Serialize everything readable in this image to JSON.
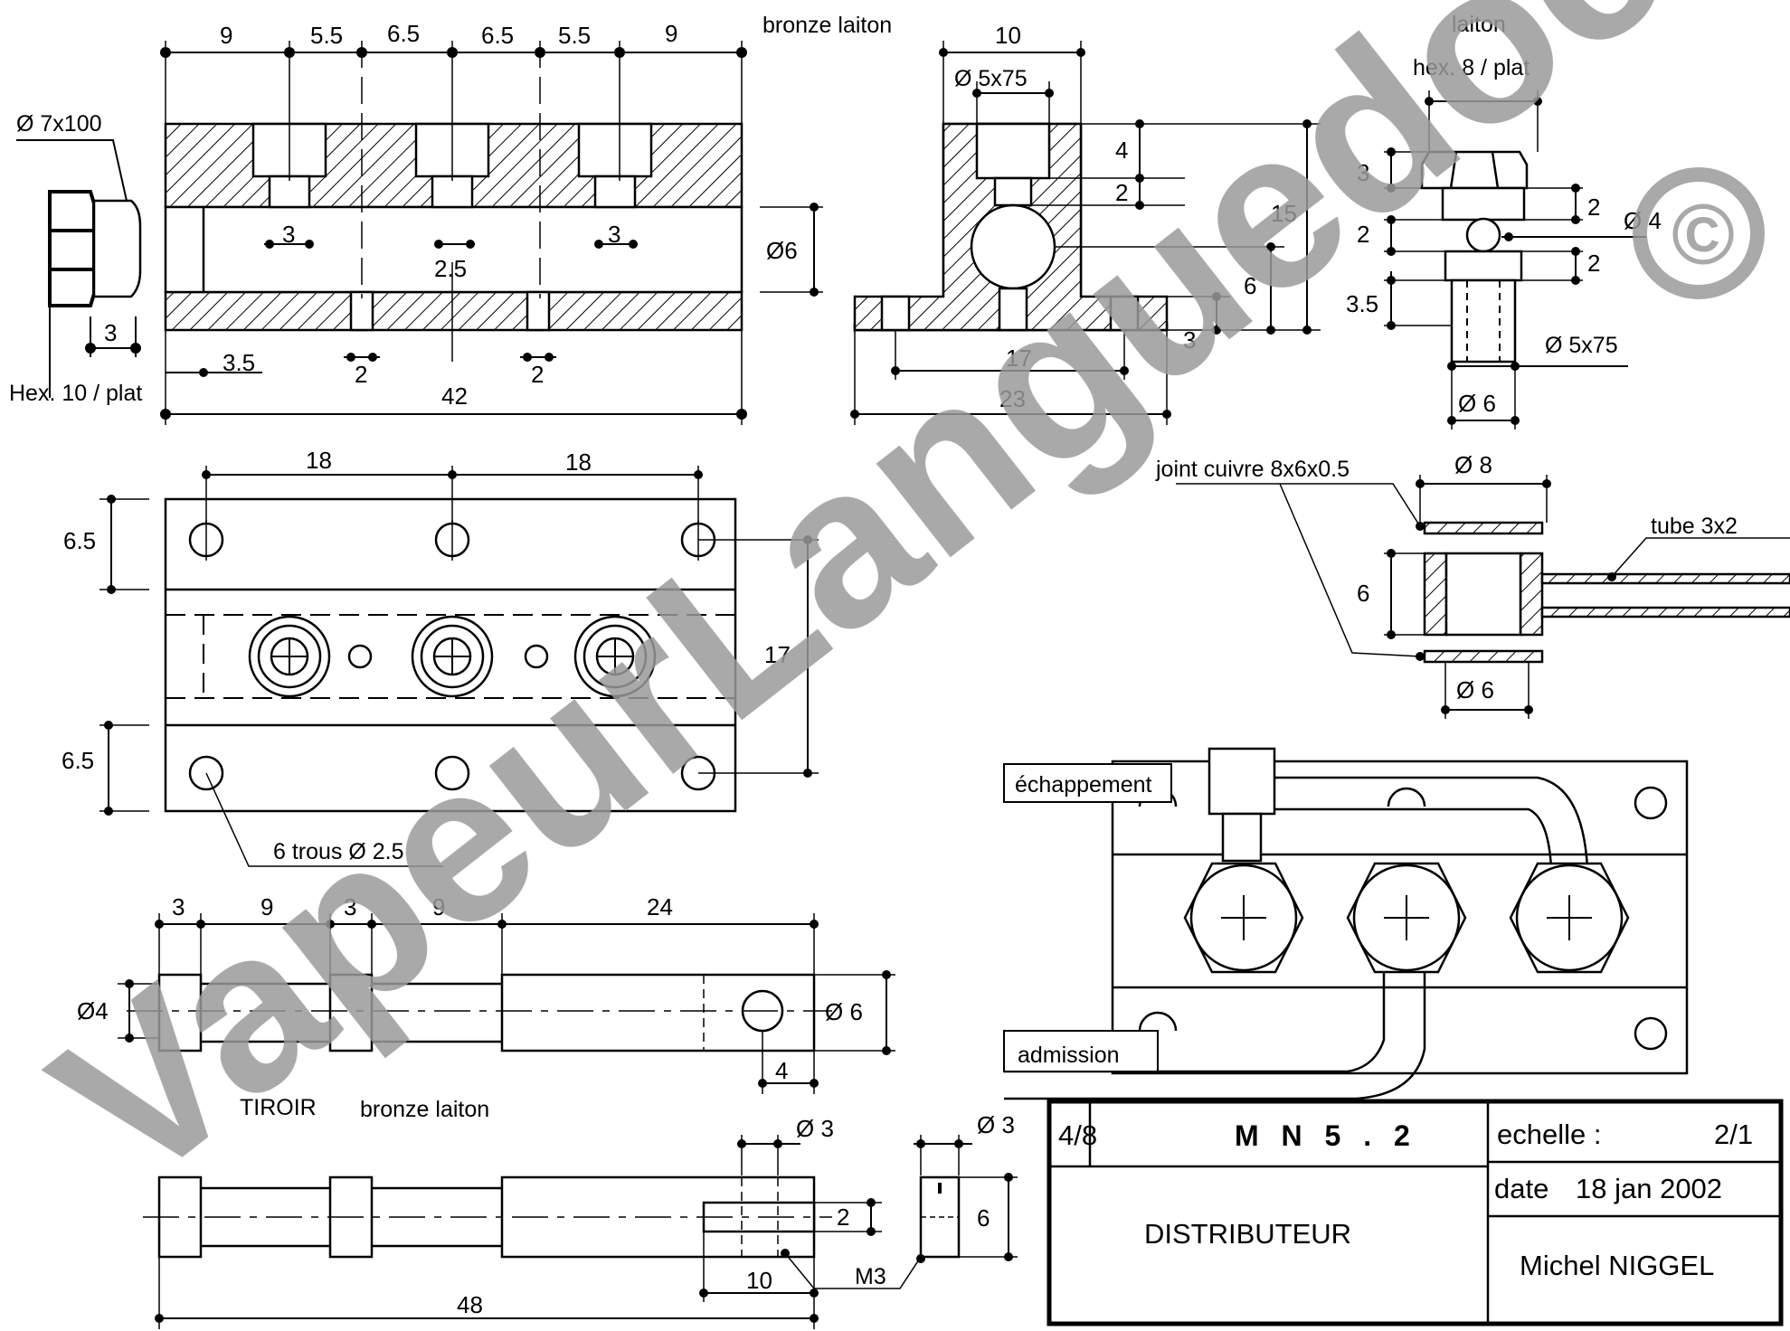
{
  "materials": {
    "body": "bronze laiton",
    "fitting": "laiton",
    "slide": "bronze laiton"
  },
  "part_names": {
    "slide": "TIROIR"
  },
  "labels": {
    "hex10": "Hex. 10 / plat",
    "hex8": "hex. 8 / plat",
    "dia7x100": "Ø 7x100",
    "dia5x75": "Ø 5x75",
    "dia5x75_b": "Ø 5x75",
    "six_holes": "6 trous Ø 2.5",
    "joint": "joint cuivre 8x6x0.5",
    "tube": "tube 3x2",
    "exhaust": "échappement",
    "intake": "admission",
    "m3": "M3"
  },
  "dims": {
    "top_9a": "9",
    "top_55a": "5.5",
    "top_65a": "6.5",
    "top_65b": "6.5",
    "top_55b": "5.5",
    "top_9b": "9",
    "hole3a": "3",
    "hole25": "2.5",
    "hole3b": "3",
    "dia6": "Ø6",
    "hex3": "3",
    "off35": "3.5",
    "port2a": "2",
    "port2b": "2",
    "len42": "42",
    "side10": "10",
    "side4": "4",
    "side2": "2",
    "side15": "15",
    "side6": "6",
    "side3": "3",
    "side17": "17",
    "side23": "23",
    "fit3": "3",
    "fit2": "2",
    "fit35": "3.5",
    "fit_r2a": "2",
    "fit_r2b": "2",
    "fit_d4": "Ø 4",
    "fit_d6": "Ø 6",
    "fit_d8": "Ø 8",
    "pipe6": "6",
    "pipe_d6": "Ø 6",
    "plan18a": "18",
    "plan18b": "18",
    "plan65a": "6.5",
    "plan65b": "6.5",
    "plan17": "17",
    "t3a": "3",
    "t9a": "9",
    "t3b": "3",
    "t9b": "9",
    "t24": "24",
    "t_d4": "Ø4",
    "t_d6": "Ø 6",
    "t4": "4",
    "b_d3": "Ø 3",
    "b2": "2",
    "b10": "10",
    "b48": "48",
    "pin_d3": "Ø 3",
    "pin6": "6"
  },
  "title_block": {
    "sheet": "4/8",
    "model": "M N 5 . 2",
    "scale_label": "echelle :",
    "scale_value": "2/1",
    "date_label": "date",
    "date_value": "18 jan 2002",
    "part": "DISTRIBUTEUR",
    "author": "Michel NIGGEL"
  },
  "watermark": {
    "text": "VapeurLanguedoc",
    "mark": "©"
  }
}
